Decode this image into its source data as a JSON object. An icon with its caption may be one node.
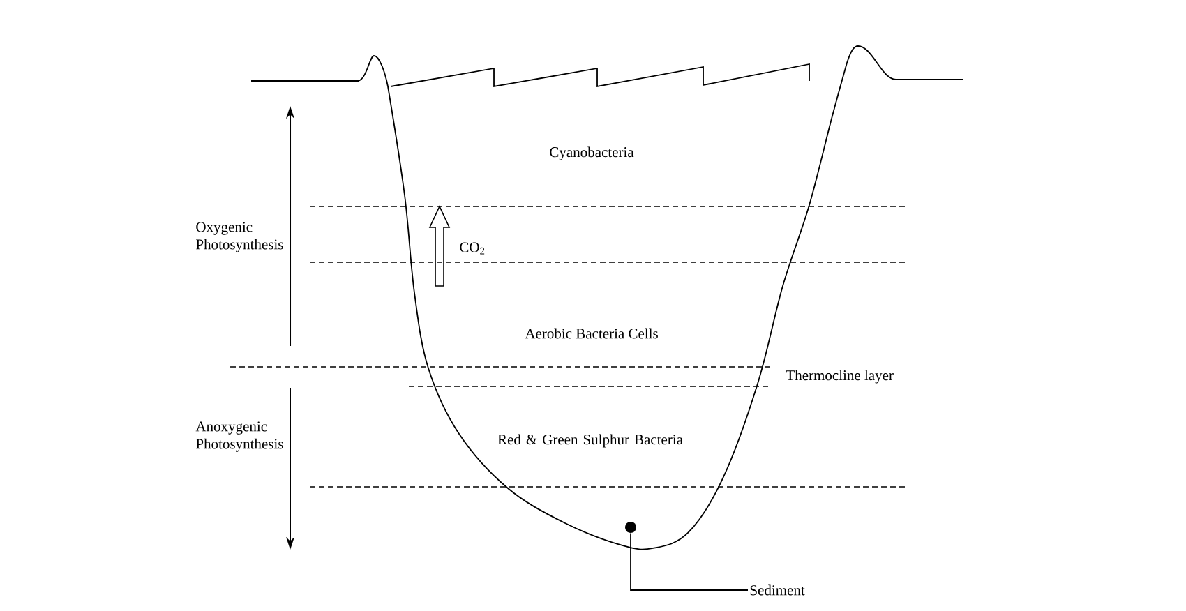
{
  "diagram": {
    "nodes": [
      {
        "text": [
          "Sediment"
        ]
      },
      {
        "text": [],
        "shape": "circle"
      }
    ],
    "edges": [
      {
        "from": 0,
        "to": 1,
        "arrow": "none"
      }
    ],
    "labels": [
      "Cyanobacteria",
      "Oxygenic Photosynthesis",
      "CO$_{2}$",
      "Aerobic Bacteria Cells",
      "Thermocline layer",
      "Anoxygenic Photosynthesis",
      "Red & Green Sulphur Bacteria"
    ]
  }
}
